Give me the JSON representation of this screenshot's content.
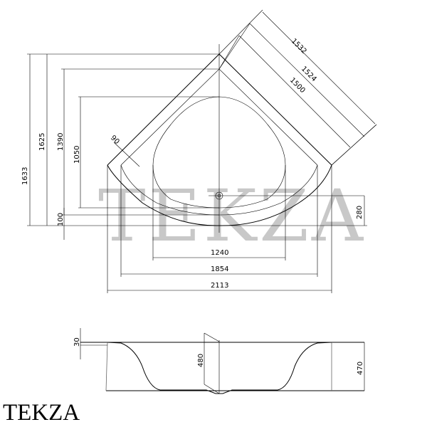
{
  "watermark": "TEKZA",
  "brand": "TEKZA",
  "plan_view": {
    "dimensions": {
      "d1532": "1532",
      "d1524": "1524",
      "d1500": "1500",
      "d90": "90",
      "d1633": "1633",
      "d1625": "1625",
      "d1390": "1390",
      "d1050": "1050",
      "d100": "100",
      "d280": "280",
      "d1240": "1240",
      "d1854": "1854",
      "d2113": "2113"
    }
  },
  "side_view": {
    "dimensions": {
      "d30": "30",
      "d480": "480",
      "d470": "470"
    }
  }
}
